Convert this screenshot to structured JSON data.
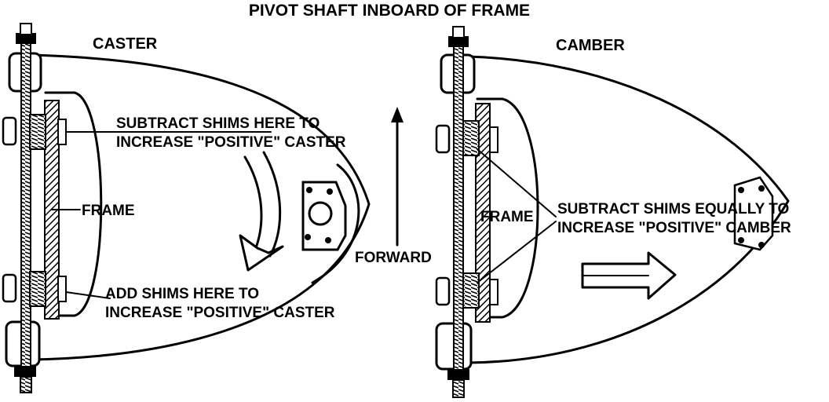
{
  "title": "PIVOT SHAFT INBOARD OF FRAME",
  "caster": {
    "heading": "CASTER",
    "frame_label": "FRAME",
    "subtract_line1": "SUBTRACT SHIMS HERE TO",
    "subtract_line2": "INCREASE \"POSITIVE\" CASTER",
    "add_line1": "ADD SHIMS HERE TO",
    "add_line2": "INCREASE \"POSITIVE\" CASTER"
  },
  "forward_label": "FORWARD",
  "camber": {
    "heading": "CAMBER",
    "frame_label": "FRAME",
    "subtract_line1": "SUBTRACT SHIMS EQUALLY TO",
    "subtract_line2": "INCREASE \"POSITIVE\" CAMBER"
  },
  "colors": {
    "ink": "#000000",
    "paper": "#ffffff"
  }
}
